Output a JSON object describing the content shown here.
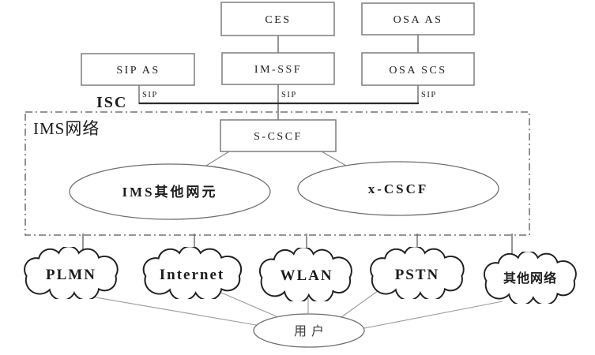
{
  "colors": {
    "background": "#ffffff",
    "box_border": "#7d7d7d",
    "connector_dark": "#6a6a6a",
    "connector_mid": "#8a8a8a",
    "connector_light": "#9a9a9a",
    "bus": "#2b2b2b",
    "dash_border": "#565656",
    "cloud_border": "#1f1f1f",
    "ellipse_border": "#6e6e6e",
    "text": "#1c1c1c"
  },
  "app_layer": {
    "ces": "CES",
    "sip_as": "SIP AS",
    "im_ssf": "IM-SSF",
    "osa_as": "OSA AS",
    "osa_scs": "OSA SCS"
  },
  "interfaces": {
    "isc": "ISC",
    "sip_1": "SIP",
    "sip_2": "SIP",
    "sip_3": "SIP"
  },
  "ims": {
    "label": "IMS网络",
    "s_cscf": "S-CSCF",
    "other_elements": "IMS其他网元",
    "x_cscf": "x-CSCF"
  },
  "access_networks": {
    "plmn": "PLMN",
    "internet": "Internet",
    "wlan": "WLAN",
    "pstn": "PSTN",
    "other": "其他网络"
  },
  "user": {
    "label": "用户"
  }
}
